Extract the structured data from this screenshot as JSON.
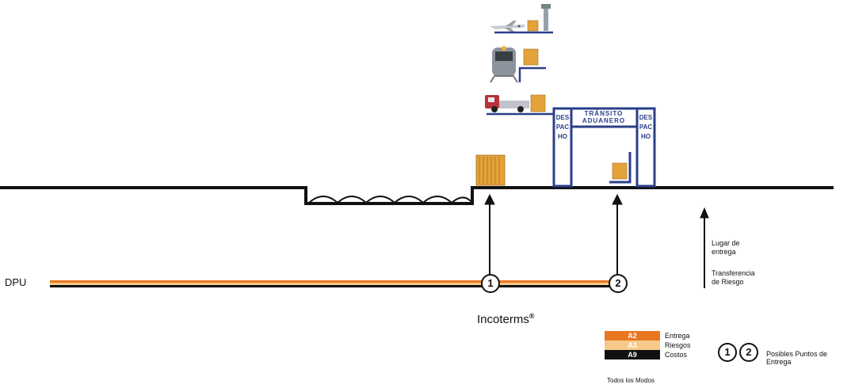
{
  "diagram": {
    "term": "DPU",
    "brand": "Incoterms",
    "registered_mark": "®",
    "customs": {
      "despacho_left": "DESPACHO",
      "despacho_right": "DESPACHO",
      "transit_line1": "TRÁNSITO",
      "transit_line2": "ADUANERO"
    },
    "points": [
      {
        "id": "point-1",
        "label": "1"
      },
      {
        "id": "point-2",
        "label": "2"
      }
    ],
    "arrow_labels": {
      "place": "Lugar de entrega",
      "risk": "Transferencia de Riesgo"
    },
    "legend": {
      "rows": [
        {
          "code": "A2",
          "desc": "Entrega",
          "color": "#e87722"
        },
        {
          "code": "A3",
          "desc": "Riesgos",
          "color": "#f5c98a"
        },
        {
          "code": "A9",
          "desc": "Costos",
          "color": "#111111"
        }
      ],
      "modes": "Todos los Modos",
      "possible_points": "Posibles Puntos de Entrega"
    },
    "colors": {
      "customs_blue": "#2a3f8a",
      "crate": "#e3a33a",
      "ground": "#111111"
    }
  }
}
